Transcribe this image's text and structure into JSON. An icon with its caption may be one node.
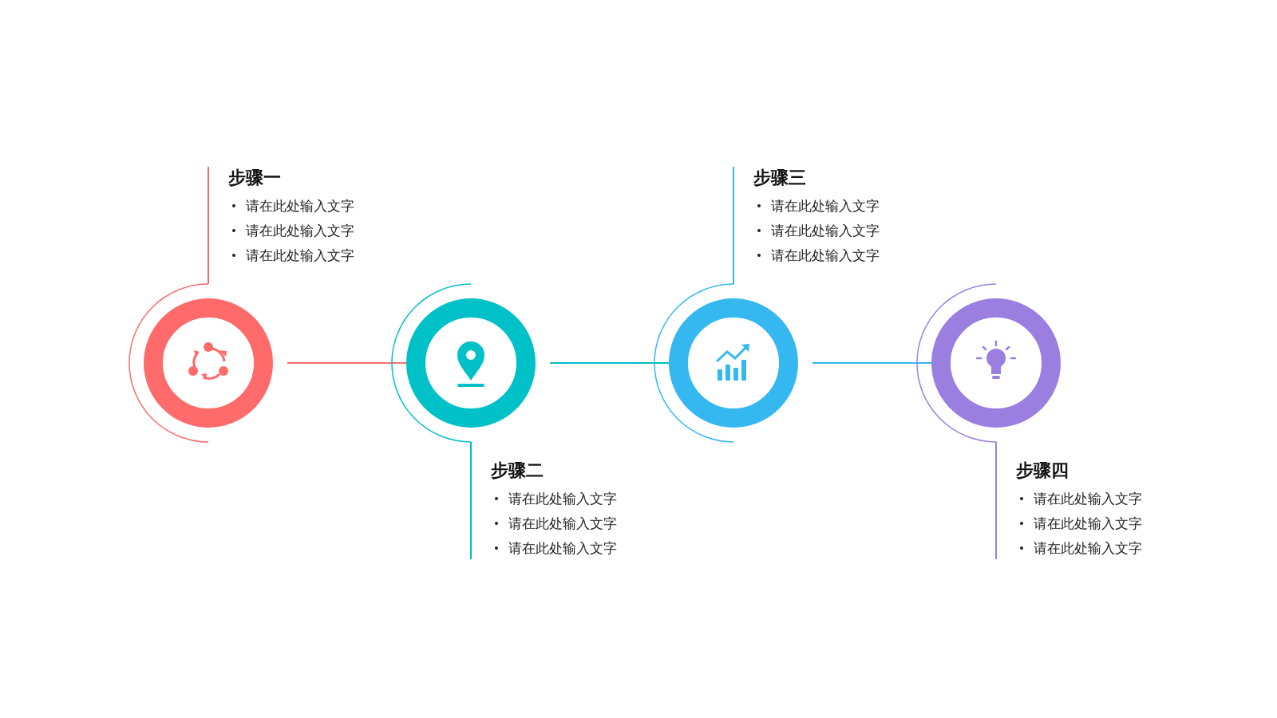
{
  "diagram": {
    "nodes": [
      {
        "text": [],
        "shape": "circle"
      },
      {
        "text": [
          "步骤一",
          "请在此处输入文字",
          "请在此处输入文字",
          "请在此处输入文字"
        ]
      },
      {
        "text": [],
        "shape": "circle"
      },
      {
        "text": [
          "步骤二",
          "请在此处输入文字",
          "请在此处输入文字",
          "请在此处输入文字"
        ]
      },
      {
        "text": [],
        "shape": "circle"
      },
      {
        "text": [
          "步骤三",
          "请在此处输入文字",
          "请在此处输入文字",
          "请在此处输入文字"
        ]
      },
      {
        "text": [],
        "shape": "circle"
      },
      {
        "text": [
          "步骤四",
          "请在此处输入文字",
          "请在此处输入文字",
          "请在此处输入文字"
        ]
      }
    ],
    "edges": [
      {
        "from": 0,
        "to": 1,
        "arrow": "none",
        "color": "#f56d6d"
      },
      {
        "from": 2,
        "to": 3,
        "arrow": "none",
        "color": "#00bfc6"
      },
      {
        "from": 4,
        "to": 5,
        "arrow": "none",
        "color": "#35b6ef"
      },
      {
        "from": 6,
        "to": 7,
        "arrow": "none",
        "color": "#9a80de"
      },
      {
        "from": 0,
        "to": 2,
        "arrow": "none",
        "color": "#f56d6d"
      },
      {
        "from": 2,
        "to": 4,
        "arrow": "none",
        "color": "#00bfc6"
      },
      {
        "from": 4,
        "to": 6,
        "arrow": "none",
        "color": "#35b6ef"
      }
    ]
  }
}
